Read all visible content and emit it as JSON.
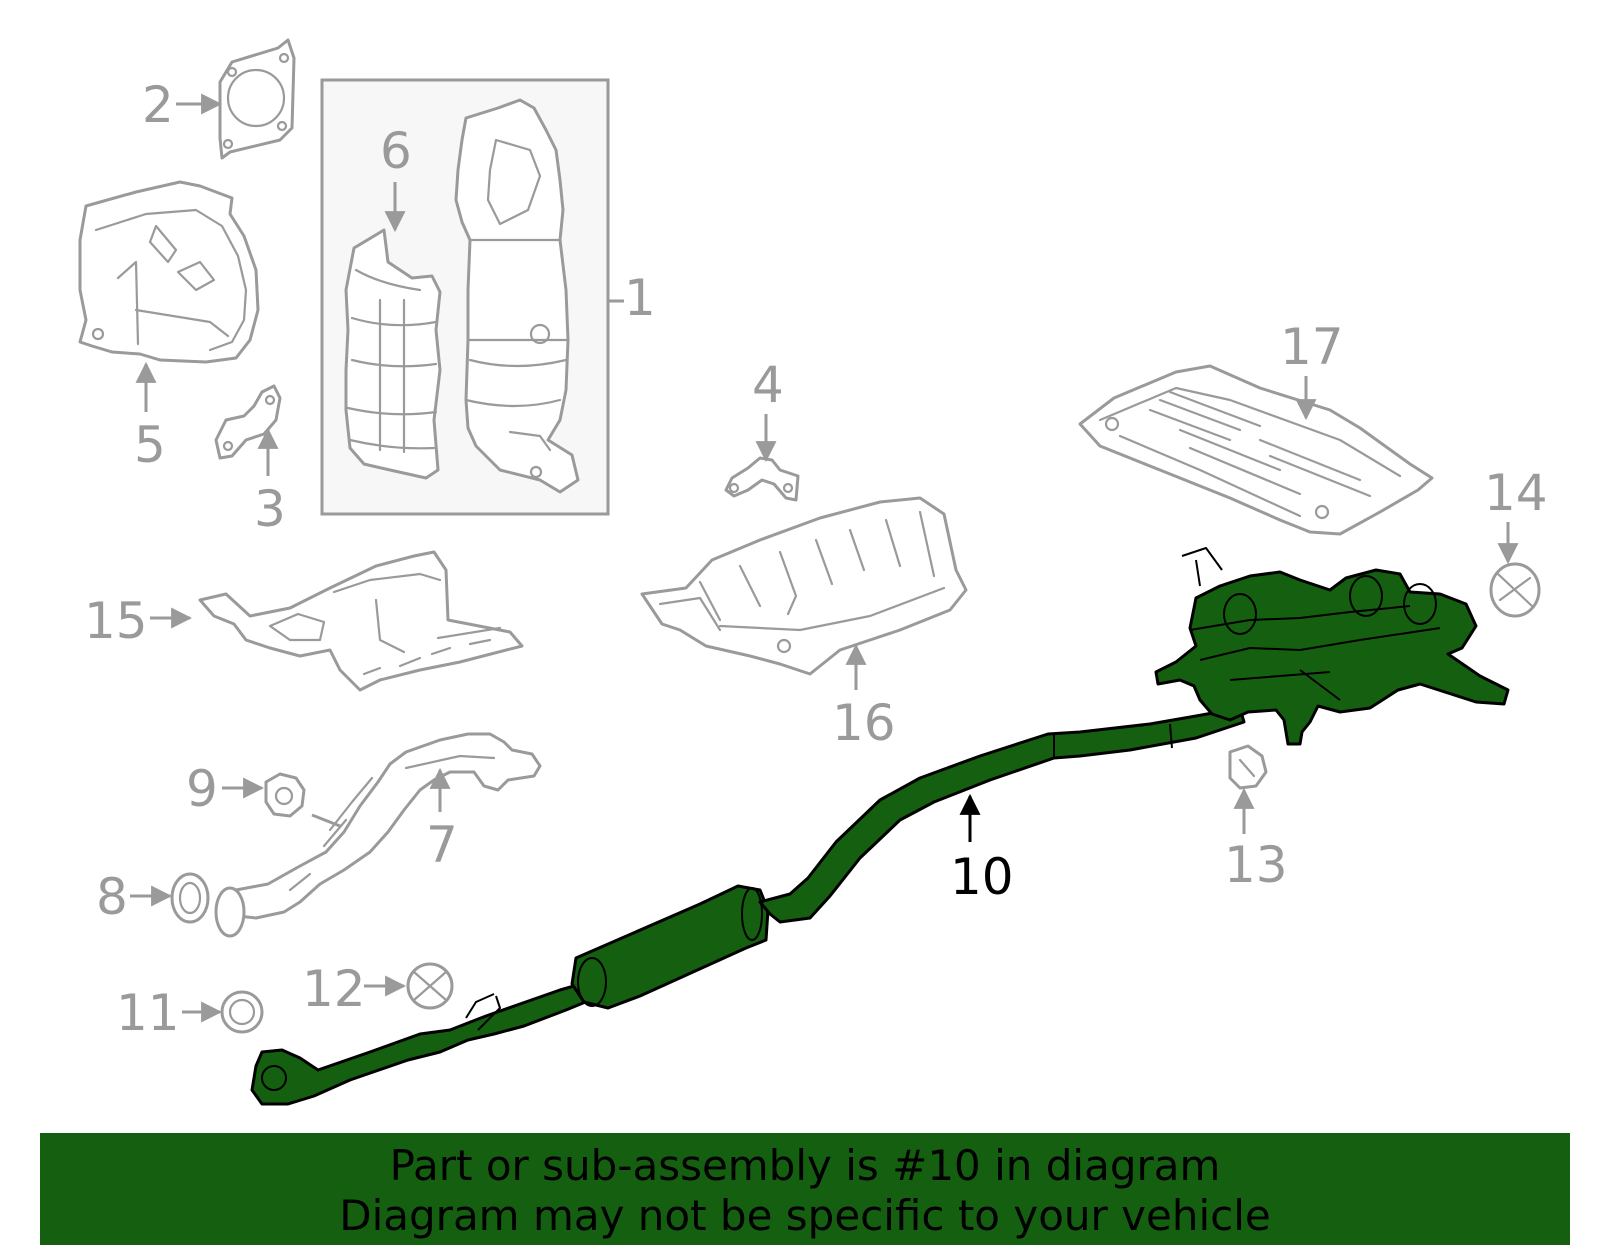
{
  "callouts": {
    "c1": "1",
    "c2": "2",
    "c3": "3",
    "c4": "4",
    "c5": "5",
    "c6": "6",
    "c7": "7",
    "c8": "8",
    "c9": "9",
    "c10": "10",
    "c11": "11",
    "c12": "12",
    "c13": "13",
    "c14": "14",
    "c15": "15",
    "c16": "16",
    "c17": "17"
  },
  "highlighted_part": "10",
  "colors": {
    "highlight": "#156010",
    "parts": "#9a9a9a",
    "banner": "#156010"
  },
  "banner": {
    "line1": "Part or sub-assembly is #10 in diagram",
    "line2": "Diagram may not be specific to your vehicle"
  }
}
